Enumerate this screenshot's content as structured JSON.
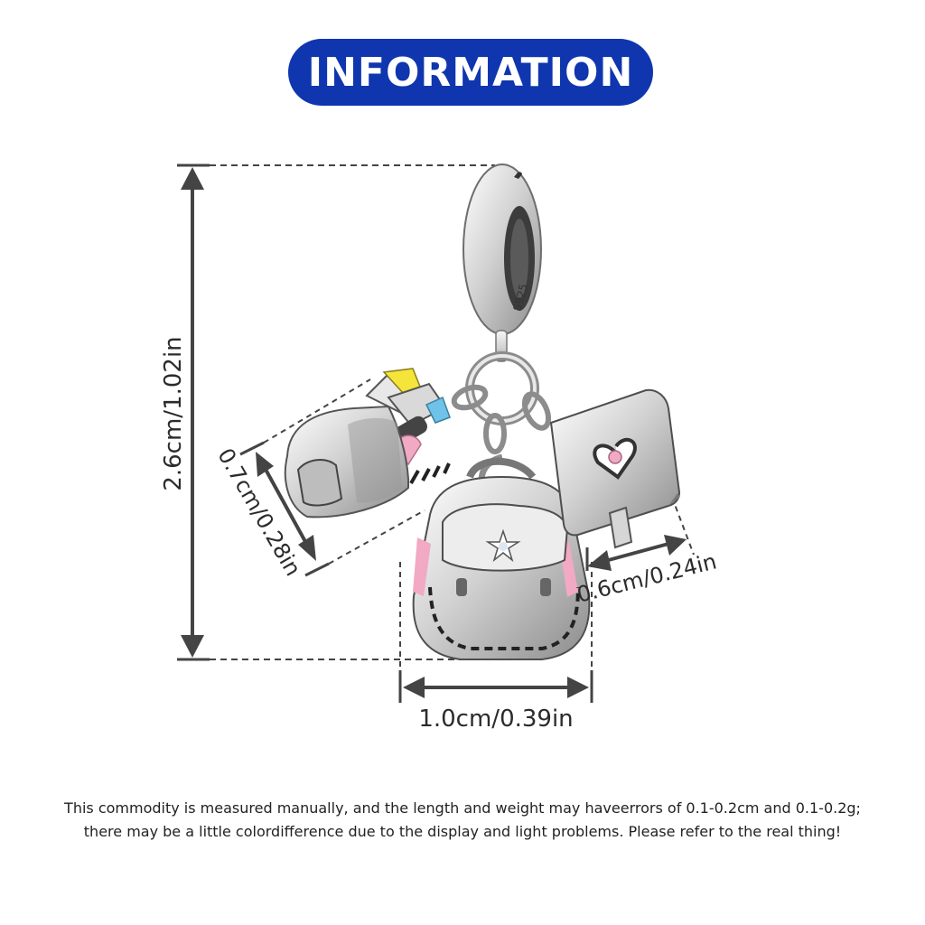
{
  "header": {
    "title": "INFORMATION"
  },
  "colors": {
    "banner": "#0f36ae",
    "dimension_line": "#444444",
    "silver": "#c8c8c8",
    "enamel_pink": "#f2a9c4",
    "enamel_yellow": "#f5e43a",
    "enamel_blue": "#6fc3ea"
  },
  "charm": {
    "stamp": "S925",
    "parts": [
      "bail-icon",
      "pencil-cup-icon",
      "backpack-icon",
      "notebook-icon"
    ]
  },
  "dimensions": {
    "height": "2.6cm/1.02in",
    "depth": "0.7cm/0.28in",
    "width": "1.0cm/0.39in",
    "small_width": "0.6cm/0.24in"
  },
  "disclaimer": {
    "line1": "This commodity is measured manually, and the length and weight may haveerrors of 0.1-0.2cm and 0.1-0.2g;",
    "line2": "there may be a little colordifference due to the display and light problems. Please refer to the real thing!"
  }
}
